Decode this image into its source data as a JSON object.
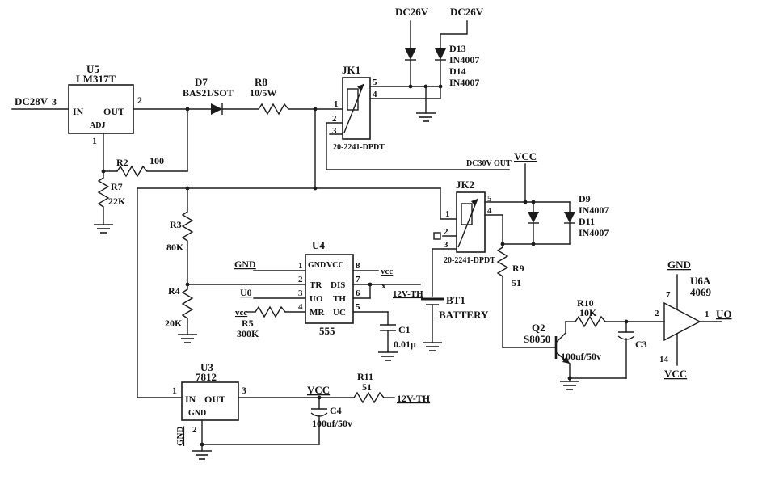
{
  "schematic": {
    "colors": {
      "line": "#1b1b1b",
      "background": "#ffffff"
    },
    "nets": {
      "dc28v": "DC28V",
      "dc26v_left": "DC26V",
      "dc26v_right": "DC26V",
      "dc30v_out": "DC30V OUT",
      "vcc_relay": "VCC",
      "gnd_555": "GND",
      "u0_555": "U0",
      "vcc_r5": "vcc",
      "vcc_555": "vcc",
      "nc_mark": "x",
      "th12v_555": "12V-TH",
      "vcc_u3": "VCC",
      "th12v_u3": "12V-TH",
      "gnd_u3": "GND",
      "gnd_u6a": "GND",
      "vcc_u6a": "VCC",
      "uo_out": "UO"
    },
    "components": {
      "u5": {
        "ref": "U5",
        "value": "LM317T",
        "pin_in": "IN",
        "pin_adj": "ADJ",
        "pin_out": "OUT",
        "n_in": "3",
        "n_out": "2",
        "n_adj": "1"
      },
      "d7": {
        "ref": "D7",
        "value": "BAS21/SOT"
      },
      "r8": {
        "ref": "R8",
        "value": "10/5W"
      },
      "jk1": {
        "ref": "JK1",
        "value": "20-2241-DPDT",
        "p5": "5",
        "p4": "4",
        "p1": "1",
        "p2": "2",
        "p3": "3"
      },
      "d13": {
        "ref": "D13",
        "value": "IN4007"
      },
      "d14": {
        "ref": "D14",
        "value": "IN4007"
      },
      "r2": {
        "ref": "R2",
        "value": "100"
      },
      "r7": {
        "ref": "R7",
        "value": "22K"
      },
      "r3": {
        "ref": "R3",
        "value": "80K"
      },
      "r4": {
        "ref": "R4",
        "value": "20K"
      },
      "u4": {
        "ref": "U4",
        "value": "555",
        "gnd": "GND",
        "vcc": "VCC",
        "tr": "TR",
        "dis": "DIS",
        "uo": "UO",
        "th": "TH",
        "mr": "MR",
        "uc": "UC",
        "p1": "1",
        "p2": "2",
        "p3": "3",
        "p4": "4",
        "p5": "5",
        "p6": "6",
        "p7": "7",
        "p8": "8"
      },
      "r5": {
        "ref": "R5",
        "value": "300K"
      },
      "c1": {
        "ref": "C1",
        "value": "0.01μ"
      },
      "jk2": {
        "ref": "JK2",
        "value": "20-2241-DPDT",
        "p5": "5",
        "p4": "4",
        "p1": "1",
        "p2": "2",
        "p3": "3"
      },
      "d9": {
        "ref": "D9",
        "value": "IN4007"
      },
      "d11": {
        "ref": "D11",
        "value": "IN4007"
      },
      "r9": {
        "ref": "R9",
        "value": "51"
      },
      "bt1": {
        "ref": "BT1",
        "value": "BATTERY"
      },
      "q2": {
        "ref": "Q2",
        "value": "S8050"
      },
      "r10": {
        "ref": "R10",
        "value": "10K"
      },
      "c3": {
        "ref": "C3",
        "value": "100uf/50v"
      },
      "u6a": {
        "ref": "U6A",
        "value": "4069",
        "p7": "7",
        "p2": "2",
        "p1": "1",
        "p14": "14"
      },
      "u3": {
        "ref": "U3",
        "value": "7812",
        "pin_in": "IN",
        "pin_out": "OUT",
        "pin_gnd": "GND",
        "n_in": "1",
        "n_out": "3",
        "n_gnd": "2"
      },
      "r11": {
        "ref": "R11",
        "value": "51"
      },
      "c4": {
        "ref": "C4",
        "value": "100uf/50v"
      }
    }
  }
}
